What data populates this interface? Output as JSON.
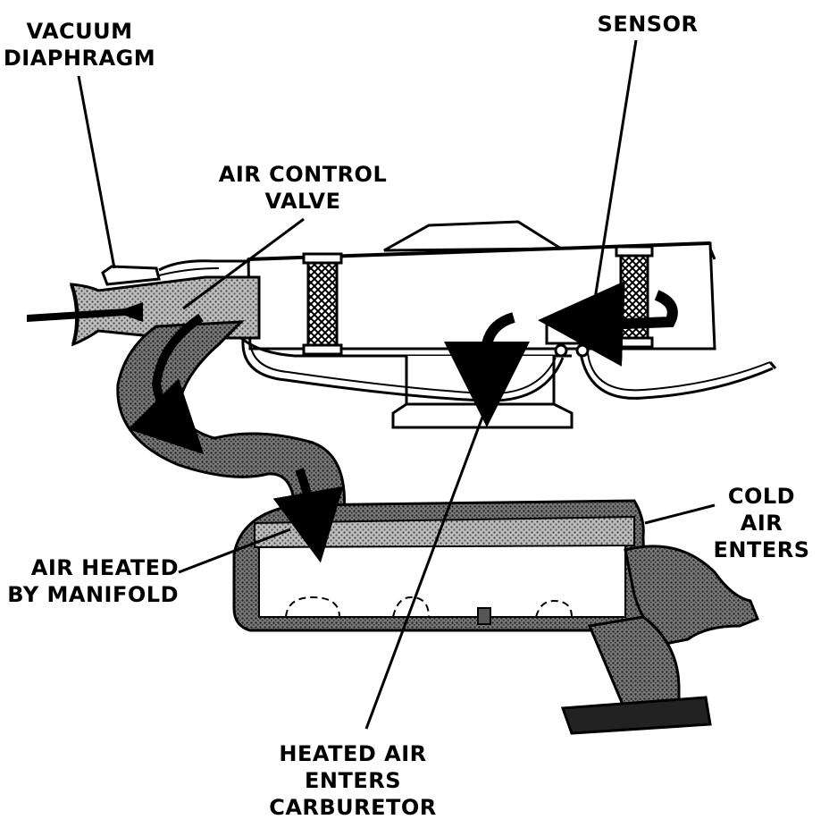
{
  "labels": {
    "vacuum_diaphragm": [
      "VACUUM",
      "DIAPHRAGM"
    ],
    "air_control_valve": [
      "AIR CONTROL",
      "VALVE"
    ],
    "sensor": [
      "SENSOR"
    ],
    "cold_air_enters": [
      "COLD",
      "AIR",
      "ENTERS"
    ],
    "air_heated_by_manifold": [
      "AIR HEATED",
      "BY MANIFOLD"
    ],
    "heated_air_enters_carburetor": [
      "HEATED AIR",
      "ENTERS",
      "CARBURETOR"
    ]
  },
  "colors": {
    "ink": "#000000",
    "paper": "#ffffff",
    "manifold_fill": "#9a9a9a",
    "duct_fill": "#8a8a8a"
  }
}
